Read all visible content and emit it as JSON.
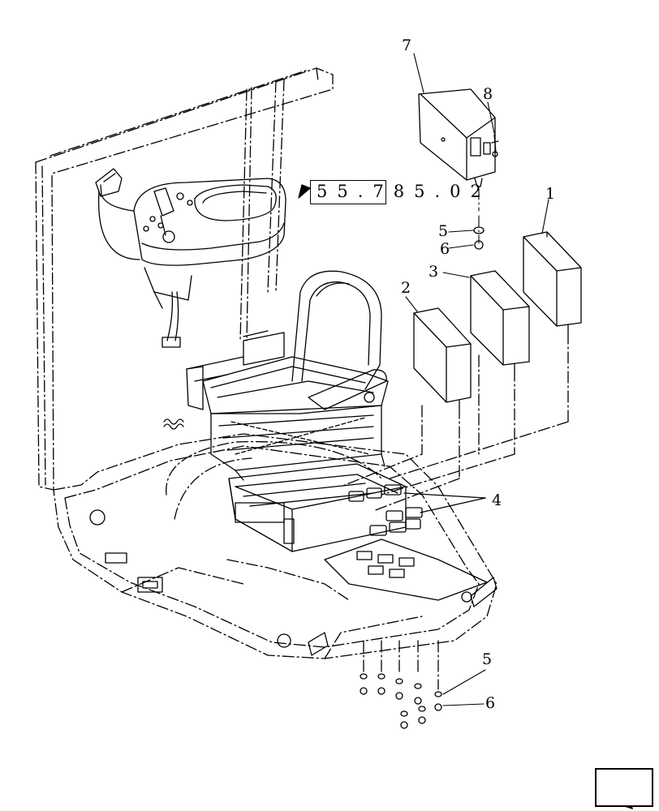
{
  "diagram": {
    "reference": "55.785.02",
    "callouts": {
      "c1": "1",
      "c2": "2",
      "c3": "3",
      "c4": "4",
      "c5a": "5",
      "c6a": "6",
      "c5b": "5",
      "c6b": "6",
      "c7": "7",
      "c8": "8"
    },
    "nav_icon": "next-page-arrow-icon"
  }
}
